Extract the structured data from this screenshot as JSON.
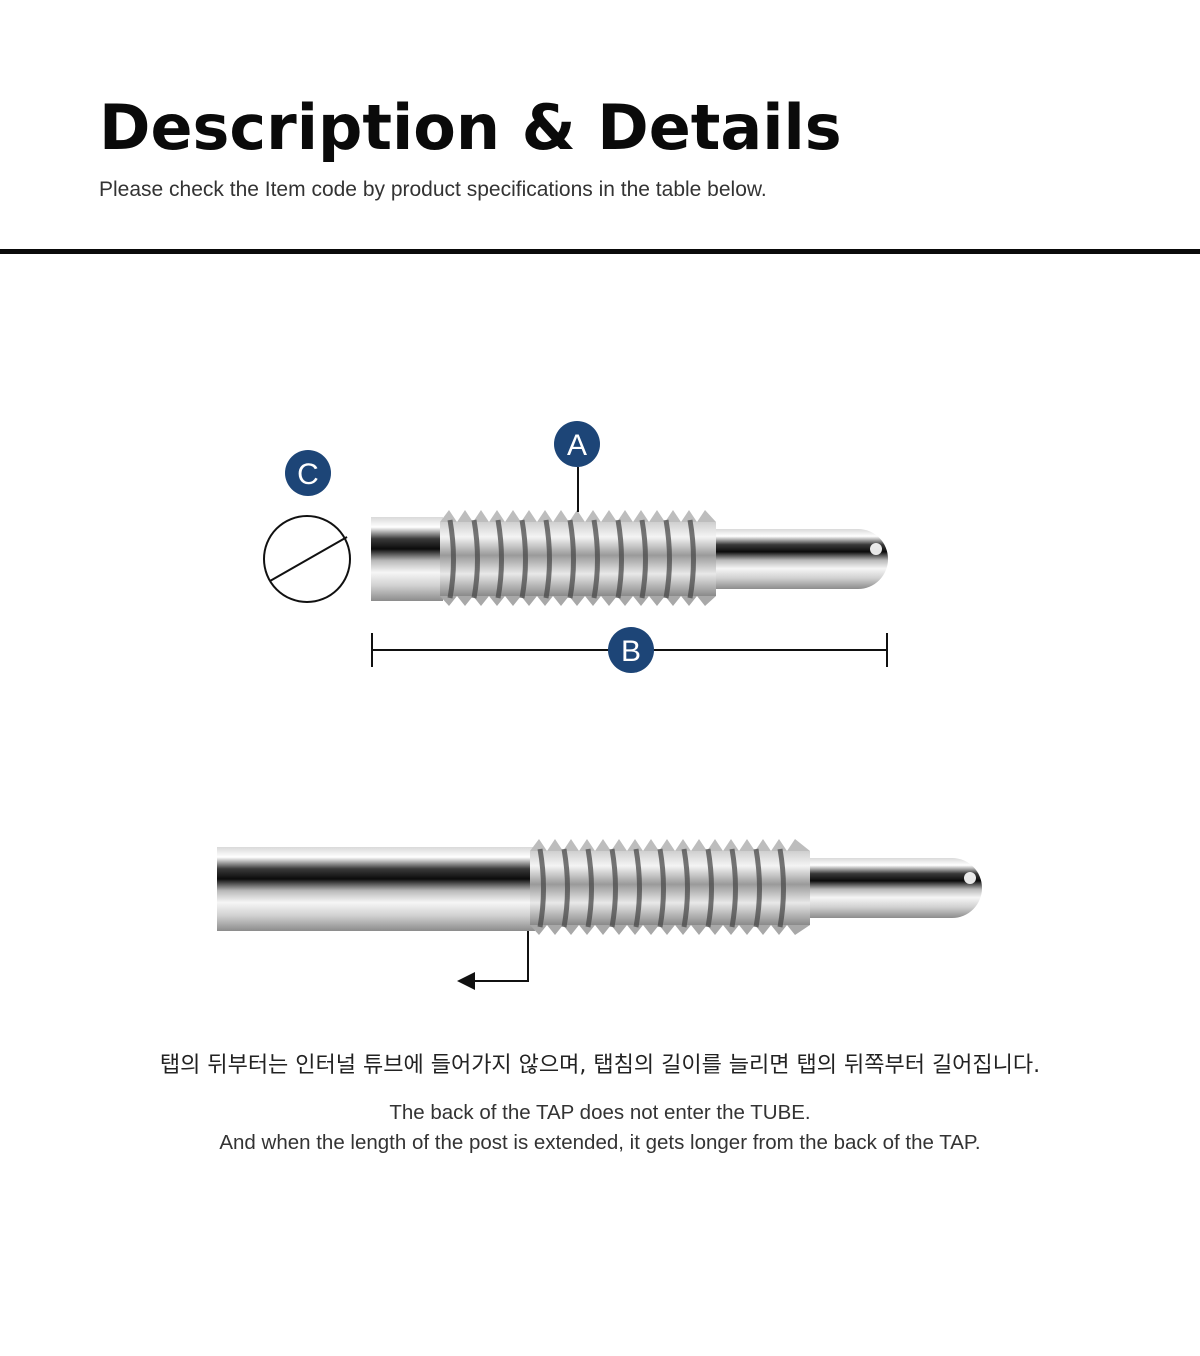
{
  "header": {
    "title": "Description & Details",
    "subtitle": "Please check the Item code by product specifications in the table below."
  },
  "diagram": {
    "labels": {
      "a": "A",
      "b": "B",
      "c": "C"
    },
    "badge_color": "#1d4577"
  },
  "captions": {
    "korean": "탭의 뒤부터는 인터널 튜브에 들어가지 않으며, 탭침의 길이를 늘리면 탭의 뒤쪽부터 길어집니다.",
    "english_line1": "The back of the TAP does not enter the TUBE.",
    "english_line2": "And when the length of the post is extended, it gets longer from the back of the TAP."
  }
}
